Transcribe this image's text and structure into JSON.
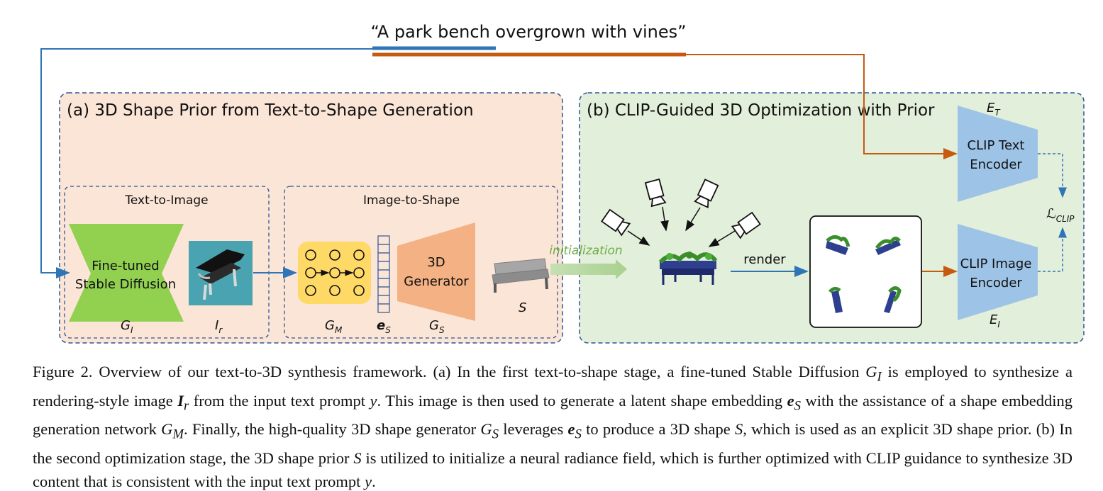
{
  "prompt": "“A park bench overgrown with vines”",
  "panel_a": {
    "title": "(a) 3D Shape Prior from Text-to-Shape Generation",
    "text_to_image": {
      "title": "Text-to-Image",
      "model_line1": "Fine-tuned",
      "model_line2": "Stable Diffusion",
      "model_symbol": "G",
      "model_symbol_sub": "I",
      "image_symbol": "I",
      "image_symbol_sub": "r"
    },
    "image_to_shape": {
      "title": "Image-to-Shape",
      "gm_symbol": "G",
      "gm_symbol_sub": "M",
      "embed_symbol": "e",
      "embed_symbol_sub": "S",
      "generator_line1": "3D",
      "generator_line2": "Generator",
      "gs_symbol": "G",
      "gs_symbol_sub": "S",
      "shape_symbol": "S"
    }
  },
  "initialization_label": "initialization",
  "panel_b": {
    "title": "(b) CLIP-Guided 3D Optimization with Prior",
    "render_label": "render",
    "text_encoder_line1": "CLIP Text",
    "text_encoder_line2": "Encoder",
    "text_encoder_symbol": "E",
    "text_encoder_symbol_sub": "T",
    "image_encoder_line1": "CLIP Image",
    "image_encoder_line2": "Encoder",
    "image_encoder_symbol": "E",
    "image_encoder_symbol_sub": "I",
    "loss_symbol": "ℒ",
    "loss_symbol_sub": "CLIP"
  },
  "caption": {
    "p1": "Figure 2. Overview of our text-to-3D synthesis framework. (a) In the first text-to-shape stage, a fine-tuned Stable Diffusion ",
    "s1": "G",
    "s1_sub": "I",
    "p2": " is employed to synthesize a rendering-style image ",
    "s2": "I",
    "s2_sub": "r",
    "p3": " from the input text prompt ",
    "s3": "y",
    "p4": ". This image is then used to generate a latent shape embedding ",
    "s4": "e",
    "s4_sub": "S",
    "p5": " with the assistance of a shape embedding generation network ",
    "s5": "G",
    "s5_sub": "M",
    "p6": ". Finally, the high-quality 3D shape generator ",
    "s6": "G",
    "s6_sub": "S",
    "p7": " leverages ",
    "s7": "e",
    "s7_sub": "S",
    "p8": " to produce a 3D shape ",
    "s8": "S",
    "p9": ", which is used as an explicit 3D shape prior. (b) In the second optimization stage, the 3D shape prior ",
    "s9": "S",
    "p10": " is utilized to initialize a neural radiance field, which is further optimized with CLIP guidance to synthesize 3D content that is consistent with the input text prompt ",
    "s10": "y",
    "p11": "."
  },
  "colors": {
    "panel_a_fill": "#fbe5d6",
    "panel_b_fill": "#e2efda",
    "prompt_blue": "#2e75b6",
    "prompt_orange": "#c55a11",
    "diffusion_green": "#92d050",
    "generator_orange": "#f4b183",
    "encoder_blue": "#9dc3e6",
    "gm_yellow": "#ffd966"
  }
}
